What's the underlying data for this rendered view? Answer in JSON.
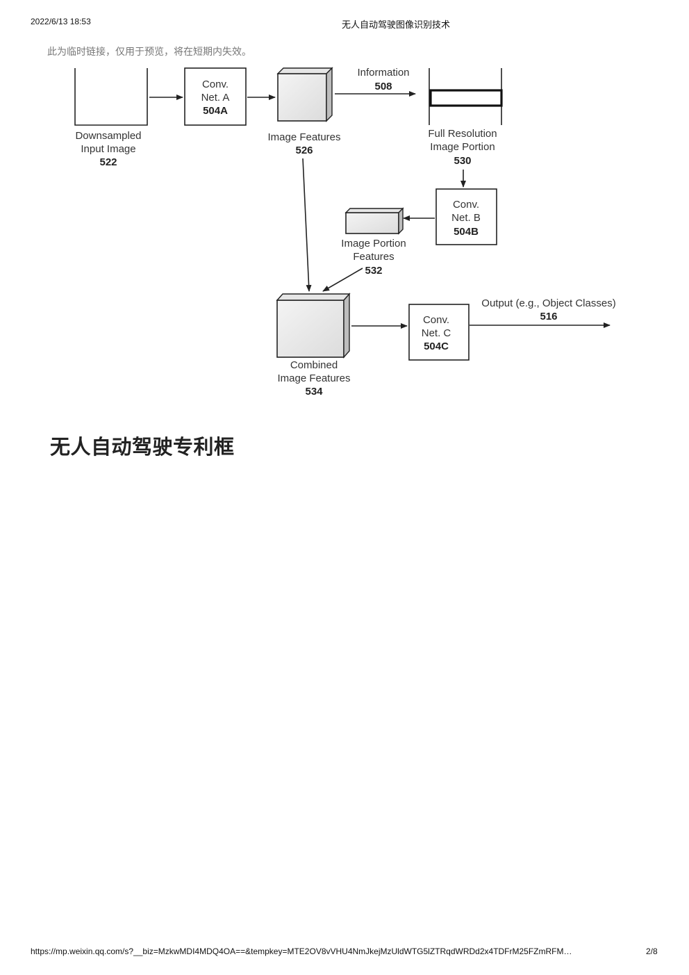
{
  "header": {
    "datetime": "2022/6/13 18:53",
    "title": "无人自动驾驶图像识别技术"
  },
  "notice": "此为临时链接，仅用于预览，将在短期内失效。",
  "figure": {
    "downsampled": {
      "line1": "Downsampled",
      "line2": "Input Image",
      "ref": "522"
    },
    "conv_a": {
      "line1": "Conv.",
      "line2": "Net. A",
      "ref": "504A"
    },
    "image_features": {
      "line1": "Image Features",
      "ref": "526"
    },
    "information": {
      "line1": "Information",
      "ref": "508"
    },
    "full_res": {
      "line1": "Full Resolution",
      "line2": "Image Portion",
      "ref": "530"
    },
    "conv_b": {
      "line1": "Conv.",
      "line2": "Net. B",
      "ref": "504B"
    },
    "portion_features": {
      "line1": "Image Portion",
      "line2": "Features",
      "ref": "532"
    },
    "combined": {
      "line1": "Combined",
      "line2": "Image Features",
      "ref": "534"
    },
    "conv_c": {
      "line1": "Conv.",
      "line2": "Net. C",
      "ref": "504C"
    },
    "output": {
      "line1": "Output (e.g., Object Classes)",
      "ref": "516"
    }
  },
  "section_heading": "无人自动驾驶专利框",
  "footer": {
    "url": "https://mp.weixin.qq.com/s?__biz=MzkwMDI4MDQ4OA==&tempkey=MTE2OV8vVHU4NmJkejMzUldWTG5lZTRqdWRDd2x4TDFrM25FZmRFM…",
    "page": "2/8"
  }
}
